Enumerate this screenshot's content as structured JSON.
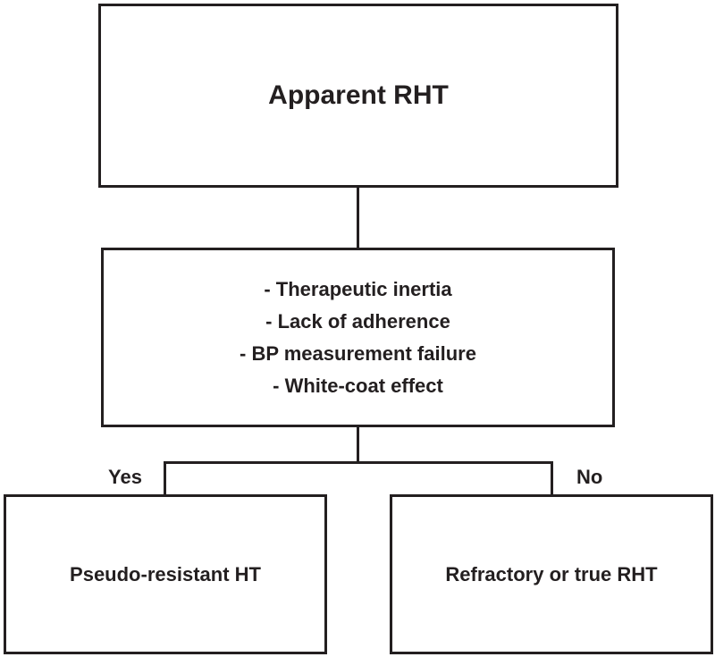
{
  "diagram": {
    "top_box": {
      "text": "Apparent RHT"
    },
    "middle_box": {
      "items": [
        "- Therapeutic inertia",
        "- Lack of adherence",
        "- BP measurement failure",
        "- White-coat effect"
      ]
    },
    "branches": {
      "yes": {
        "label": "Yes",
        "outcome": "Pseudo-resistant HT"
      },
      "no": {
        "label": "No",
        "outcome": "Refractory or true RHT"
      }
    },
    "colors": {
      "stroke": "#231f20",
      "background": "#ffffff"
    }
  }
}
